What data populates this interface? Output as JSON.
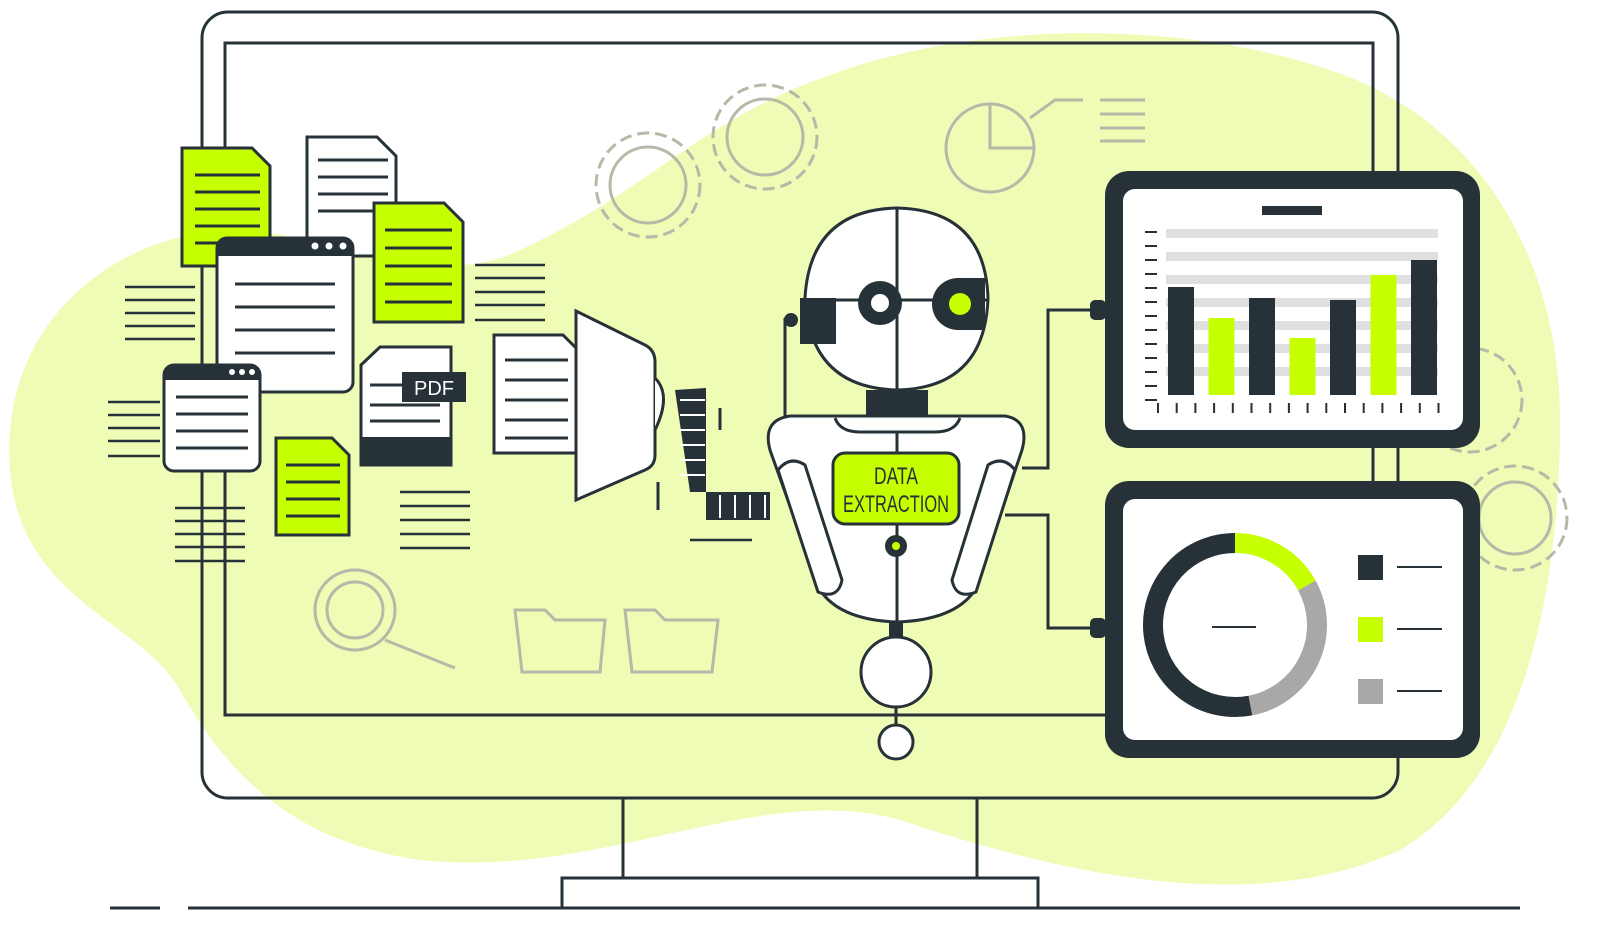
{
  "colors": {
    "accent": "#c6ff00",
    "background_blob": "#eefcb5",
    "dark": "#263238",
    "gray": "#a8a8a8"
  },
  "robot": {
    "badge_line1": "DATA",
    "badge_line2": "EXTRACTION"
  },
  "documents": {
    "pdf_label": "PDF"
  },
  "bar_panel": {
    "bars": [
      {
        "value": 108,
        "color": "dark"
      },
      {
        "value": 77,
        "color": "accent"
      },
      {
        "value": 97,
        "color": "dark"
      },
      {
        "value": 57,
        "color": "accent"
      },
      {
        "value": 95,
        "color": "dark"
      },
      {
        "value": 120,
        "color": "accent"
      },
      {
        "value": 135,
        "color": "dark"
      }
    ]
  },
  "donut_panel": {
    "segments": [
      {
        "fraction": 0.17,
        "color": "accent"
      },
      {
        "fraction": 0.3,
        "color": "gray"
      },
      {
        "fraction": 0.53,
        "color": "dark"
      }
    ]
  }
}
